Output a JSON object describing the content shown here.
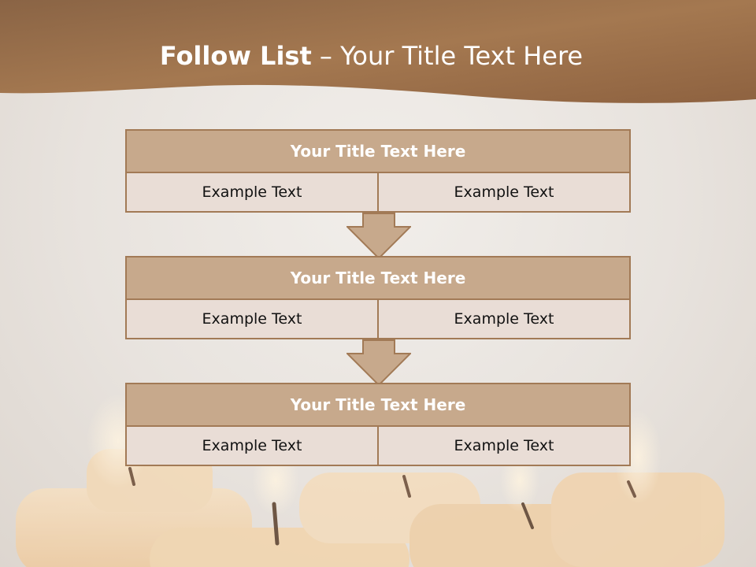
{
  "colors": {
    "header_band": "#a47850",
    "box_title_fill": "#c7a98c",
    "box_cell_fill": "#e9ddd6",
    "border": "#a27a56",
    "arrow_fill": "#c7a98c",
    "title_text": "#ffffff",
    "cell_text": "#111111"
  },
  "title": {
    "bold_part": "Follow List",
    "rest": " – Your Title Text Here"
  },
  "blocks": [
    {
      "title": "Your Title Text Here",
      "cells": [
        "Example Text",
        "Example Text"
      ]
    },
    {
      "title": "Your Title Text Here",
      "cells": [
        "Example Text",
        "Example Text"
      ]
    },
    {
      "title": "Your Title Text Here",
      "cells": [
        "Example Text",
        "Example Text"
      ]
    }
  ],
  "arrows": [
    "down-arrow",
    "down-arrow"
  ]
}
